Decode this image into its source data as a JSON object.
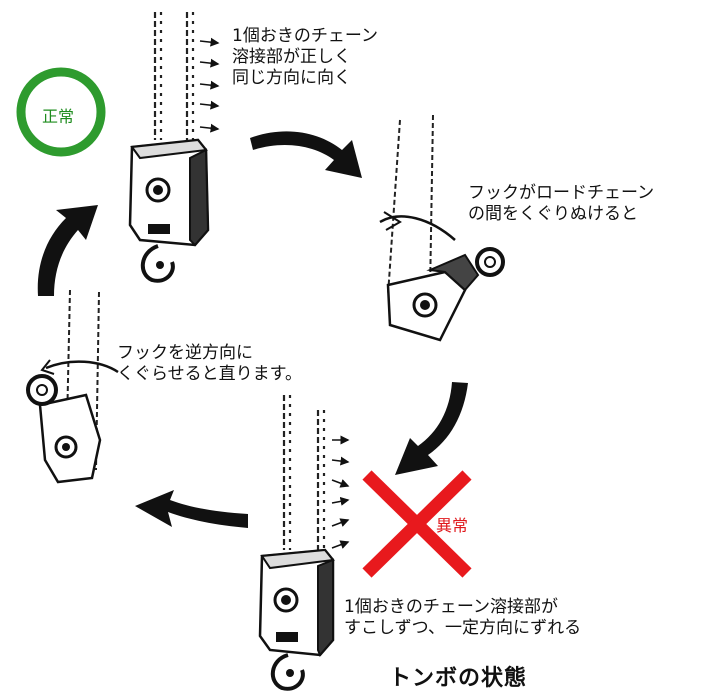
{
  "title": "トンボの状態",
  "badges": {
    "normal": {
      "text": "正常",
      "color": "#2e9b2e"
    },
    "abnormal": {
      "text": "異常",
      "color": "#e8191d"
    }
  },
  "notes": {
    "normal": [
      "1個おきのチェーン",
      "溶接部が正しく",
      "同じ方向に向く"
    ],
    "hook_through": [
      "フックがロードチェーン",
      "の間をくぐりぬけると"
    ],
    "reverse": [
      "フックを逆方向に",
      "くぐらせると直ります。"
    ],
    "abnormal": [
      "1個おきのチェーン溶接部が",
      "すこしずつ、一定方向にずれる"
    ]
  }
}
